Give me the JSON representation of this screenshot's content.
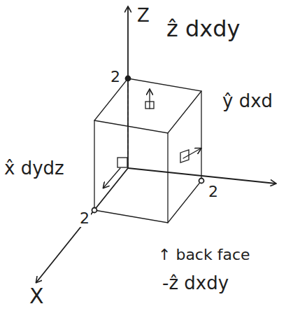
{
  "diagram": {
    "labels": [
      "Z",
      "2",
      "ẑ dxdy",
      "ŷ dxd",
      "x̂ dydz",
      "2",
      "2",
      "↑ back face",
      "-ẑ dxdy",
      "X"
    ]
  }
}
